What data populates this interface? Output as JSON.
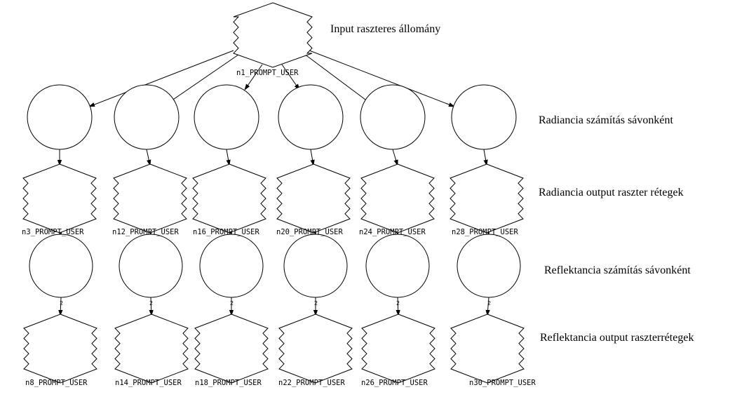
{
  "input_node": {
    "label": "n1_PROMPT_USER"
  },
  "side_labels": {
    "input": "Input raszteres állomány",
    "radiance_calc": "Radiancia számítás sávonként",
    "radiance_output": "Radiancia output raszter rétegek",
    "reflectance_calc": "Reflektancia számítás sávonként",
    "reflectance_output": "Reflektancia output raszterrétegek"
  },
  "radiance_outputs": [
    "n3_PROMPT_USER",
    "n12_PROMPT_USER",
    "n16_PROMPT_USER",
    "n20_PROMPT_USER",
    "n24_PROMPT_USER",
    "n28_PROMPT_USER"
  ],
  "reflectance_outputs": [
    "n8_PROMPT_USER",
    "n14_PROMPT_USER",
    "n18_PROMPT_USER",
    "n22_PROMPT_USER",
    "n26_PROMPT_USER",
    "n30_PROMPT_USER"
  ],
  "link_marks": [
    "2",
    "2",
    "2",
    "2",
    "2",
    "2"
  ]
}
